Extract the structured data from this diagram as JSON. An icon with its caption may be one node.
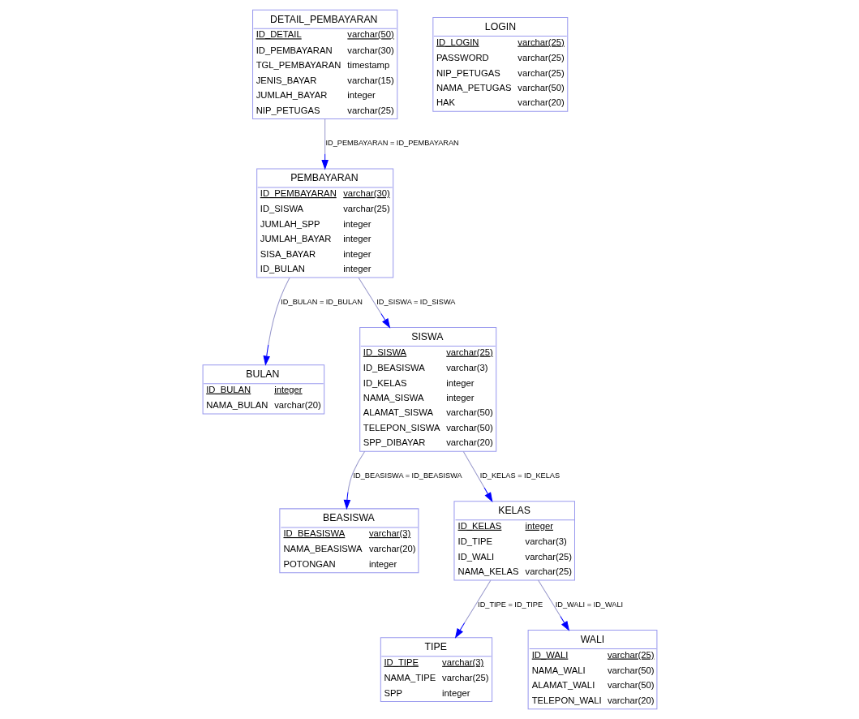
{
  "diagram": {
    "nodes": [
      {
        "text": [
          "DETAIL_PEMBAYARAN",
          "ID_DETAIL",
          "varchar(50)",
          "ID_PEMBAYARAN",
          "varchar(30)",
          "TGL_PEMBAYARAN",
          "timestamp",
          "JENIS_BAYAR",
          "varchar(15)",
          "JUMLAH_BAYAR",
          "integer",
          "NIP_PETUGAS",
          "varchar(25)"
        ]
      },
      {
        "text": [
          "PEMBAYARAN",
          "ID_PEMBAYARAN",
          "varchar(30)",
          "ID_SISWA",
          "varchar(25)",
          "JUMLAH_SPP",
          "integer",
          "JUMLAH_BAYAR",
          "integer",
          "SISA_BAYAR",
          "integer",
          "ID_BULAN",
          "integer"
        ]
      },
      {
        "text": [
          "BULAN",
          "ID_BULAN",
          "integer",
          "NAMA_BULAN",
          "varchar(20)"
        ]
      },
      {
        "text": [
          "BEASISWA",
          "ID_BEASISWA",
          "varchar(3)",
          "NAMA_BEASISWA",
          "varchar(20)",
          "POTONGAN",
          "integer"
        ]
      },
      {
        "text": [
          "KELAS",
          "ID_KELAS",
          "integer",
          "ID_TIPE",
          "varchar(3)",
          "ID_WALI",
          "varchar(25)",
          "NAMA_KELAS",
          "varchar(25)"
        ]
      },
      {
        "text": [
          "SISWA",
          "ID_SISWA",
          "varchar(25)",
          "ID_BEASISWA",
          "varchar(3)",
          "ID_KELAS",
          "integer",
          "NAMA_SISWA",
          "integer",
          "ALAMAT_SISWA",
          "varchar(50)",
          "TELEPON_SISWA",
          "varchar(50)",
          "SPP_DIBAYAR",
          "varchar(20)"
        ]
      },
      {
        "text": [
          "TIPE",
          "ID_TIPE",
          "varchar(3)",
          "NAMA_TIPE",
          "varchar(25)",
          "SPP",
          "integer"
        ]
      },
      {
        "text": [
          "LOGIN",
          "ID_LOGIN",
          "varchar(25)",
          "PASSWORD",
          "varchar(25)",
          "NIP_PETUGAS",
          "varchar(25)",
          "NAMA_PETUGAS",
          "varchar(50)",
          "HAK",
          "varchar(20)"
        ]
      },
      {
        "text": [
          "WALI",
          "ID_WALI",
          "varchar(25)",
          "NAMA_WALI",
          "varchar(50)",
          "ALAMAT_WALI",
          "varchar(50)",
          "TELEPON_WALI",
          "varchar(20)"
        ]
      }
    ],
    "edges": [
      {
        "from": 0,
        "to": 1,
        "arrow": "to",
        "label": "ID_PEMBAYARAN = ID_PEMBAYARAN"
      },
      {
        "from": 1,
        "to": 2,
        "arrow": "to",
        "label": "ID_BULAN = ID_BULAN"
      },
      {
        "from": 1,
        "to": 5,
        "arrow": "to",
        "label": "ID_SISWA = ID_SISWA"
      },
      {
        "from": 5,
        "to": 4,
        "arrow": "to",
        "label": "ID_KELAS = ID_KELAS"
      },
      {
        "from": 5,
        "to": 3,
        "arrow": "to",
        "label": "ID_BEASISWA = ID_BEASISWA"
      },
      {
        "from": 4,
        "to": 6,
        "arrow": "to",
        "label": "ID_TIPE = ID_TIPE"
      },
      {
        "from": 4,
        "to": 8,
        "arrow": "to",
        "label": "ID_WALI = ID_WALI"
      }
    ]
  }
}
